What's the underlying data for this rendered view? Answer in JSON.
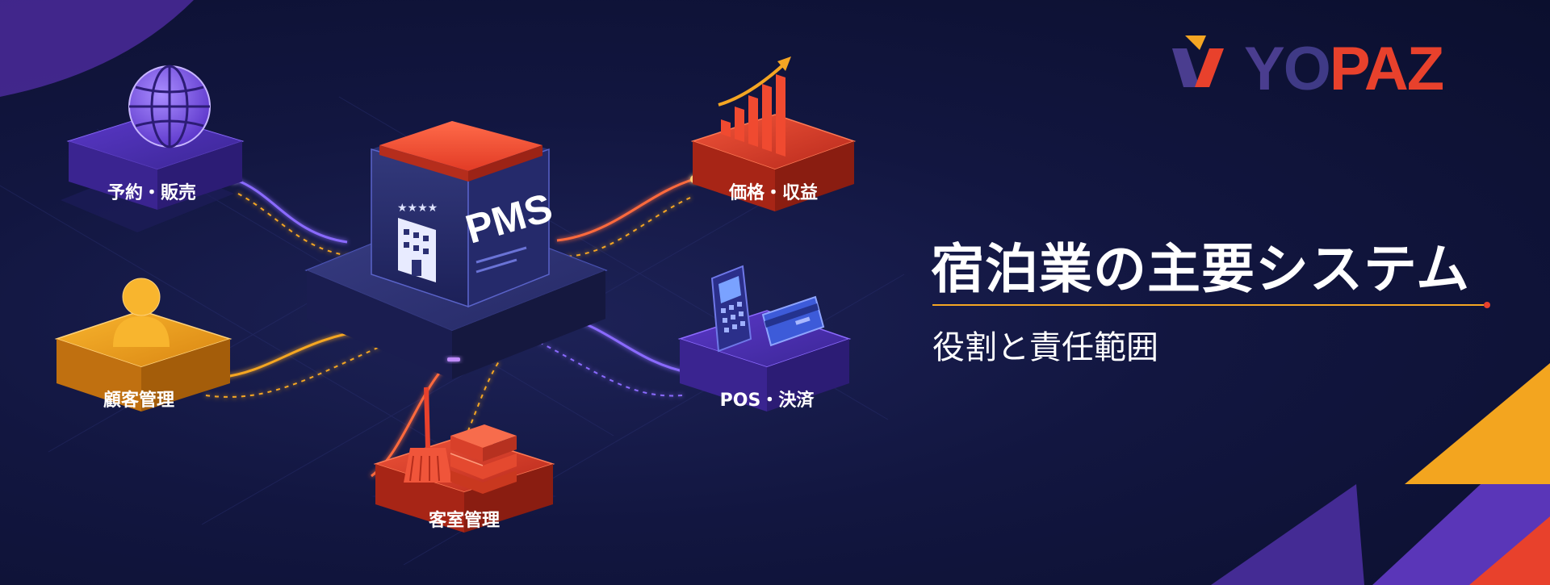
{
  "brand": {
    "logo_y": "Y",
    "logo_o": "O",
    "logo_paz": "PAZ"
  },
  "heading": {
    "title": "宿泊業の主要システム",
    "subtitle": "役割と責任範囲"
  },
  "hub": {
    "label": "PMS"
  },
  "modules": {
    "reservation": "予約・販売",
    "pricing": "価格・収益",
    "crm": "顧客管理",
    "pos": "POS・決済",
    "housekeeping": "客室管理"
  },
  "colors": {
    "background": "#0d1133",
    "purple": "#6a3fd6",
    "red": "#e8412c",
    "orange": "#f5a623",
    "hub_navy": "#2a3070"
  },
  "icons": [
    "globe-icon",
    "growth-chart-icon",
    "hotel-building-icon",
    "stars-icon",
    "person-icon",
    "payment-terminal-icon",
    "credit-card-icon",
    "broom-icon",
    "linen-stack-icon"
  ]
}
